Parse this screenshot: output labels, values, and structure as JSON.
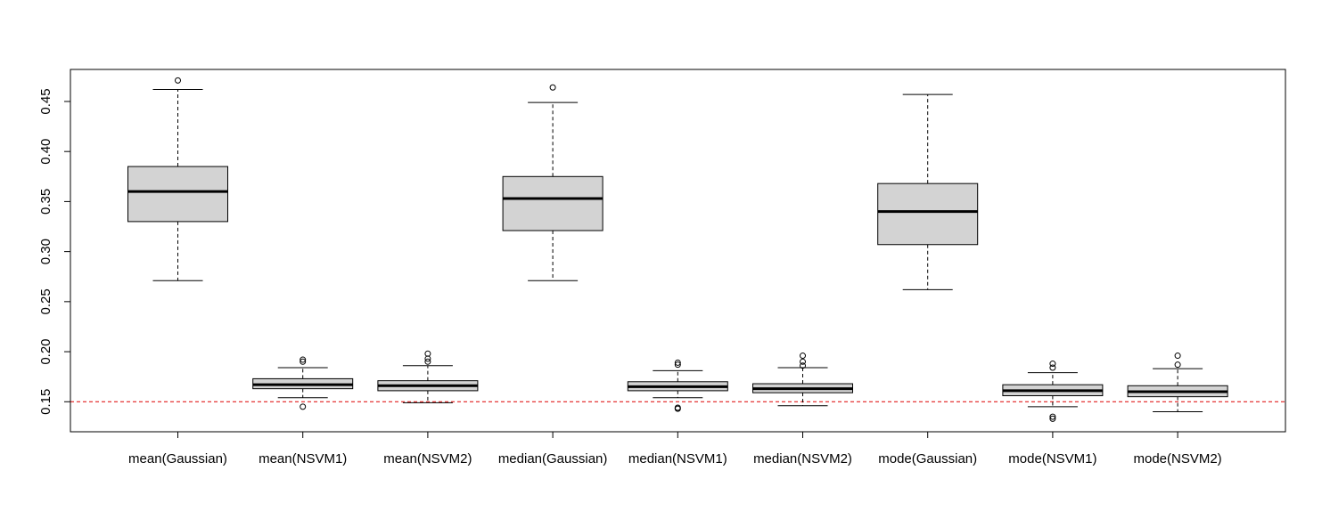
{
  "chart_data": {
    "type": "boxplot",
    "title": "",
    "xlabel": "",
    "ylabel": "",
    "ylim": [
      0.12,
      0.482
    ],
    "yticks": [
      "0.15",
      "0.20",
      "0.25",
      "0.30",
      "0.35",
      "0.40",
      "0.45"
    ],
    "grid": false,
    "reference_line": {
      "y": 0.15,
      "color": "#dd0000",
      "style": "dashed"
    },
    "box_fill": "#d3d3d3",
    "groups": [
      {
        "label": "mean(Gaussian)",
        "whisker_low": 0.271,
        "q1": 0.33,
        "median": 0.36,
        "q3": 0.385,
        "whisker_high": 0.462,
        "outliers": [
          0.471
        ]
      },
      {
        "label": "mean(NSVM1)",
        "whisker_low": 0.154,
        "q1": 0.163,
        "median": 0.167,
        "q3": 0.173,
        "whisker_high": 0.184,
        "outliers": [
          0.192,
          0.19,
          0.145
        ]
      },
      {
        "label": "mean(NSVM2)",
        "whisker_low": 0.149,
        "q1": 0.161,
        "median": 0.166,
        "q3": 0.171,
        "whisker_high": 0.186,
        "outliers": [
          0.198,
          0.193,
          0.19
        ]
      },
      {
        "label": "median(Gaussian)",
        "whisker_low": 0.271,
        "q1": 0.321,
        "median": 0.353,
        "q3": 0.375,
        "whisker_high": 0.449,
        "outliers": [
          0.464
        ]
      },
      {
        "label": "median(NSVM1)",
        "whisker_low": 0.154,
        "q1": 0.161,
        "median": 0.165,
        "q3": 0.17,
        "whisker_high": 0.181,
        "outliers": [
          0.189,
          0.187,
          0.144,
          0.143
        ]
      },
      {
        "label": "median(NSVM2)",
        "whisker_low": 0.146,
        "q1": 0.159,
        "median": 0.163,
        "q3": 0.168,
        "whisker_high": 0.184,
        "outliers": [
          0.196,
          0.19,
          0.186
        ]
      },
      {
        "label": "mode(Gaussian)",
        "whisker_low": 0.262,
        "q1": 0.307,
        "median": 0.34,
        "q3": 0.368,
        "whisker_high": 0.457,
        "outliers": []
      },
      {
        "label": "mode(NSVM1)",
        "whisker_low": 0.145,
        "q1": 0.156,
        "median": 0.161,
        "q3": 0.167,
        "whisker_high": 0.179,
        "outliers": [
          0.188,
          0.184,
          0.135,
          0.133
        ]
      },
      {
        "label": "mode(NSVM2)",
        "whisker_low": 0.14,
        "q1": 0.155,
        "median": 0.16,
        "q3": 0.166,
        "whisker_high": 0.183,
        "outliers": [
          0.196,
          0.187
        ]
      }
    ]
  }
}
